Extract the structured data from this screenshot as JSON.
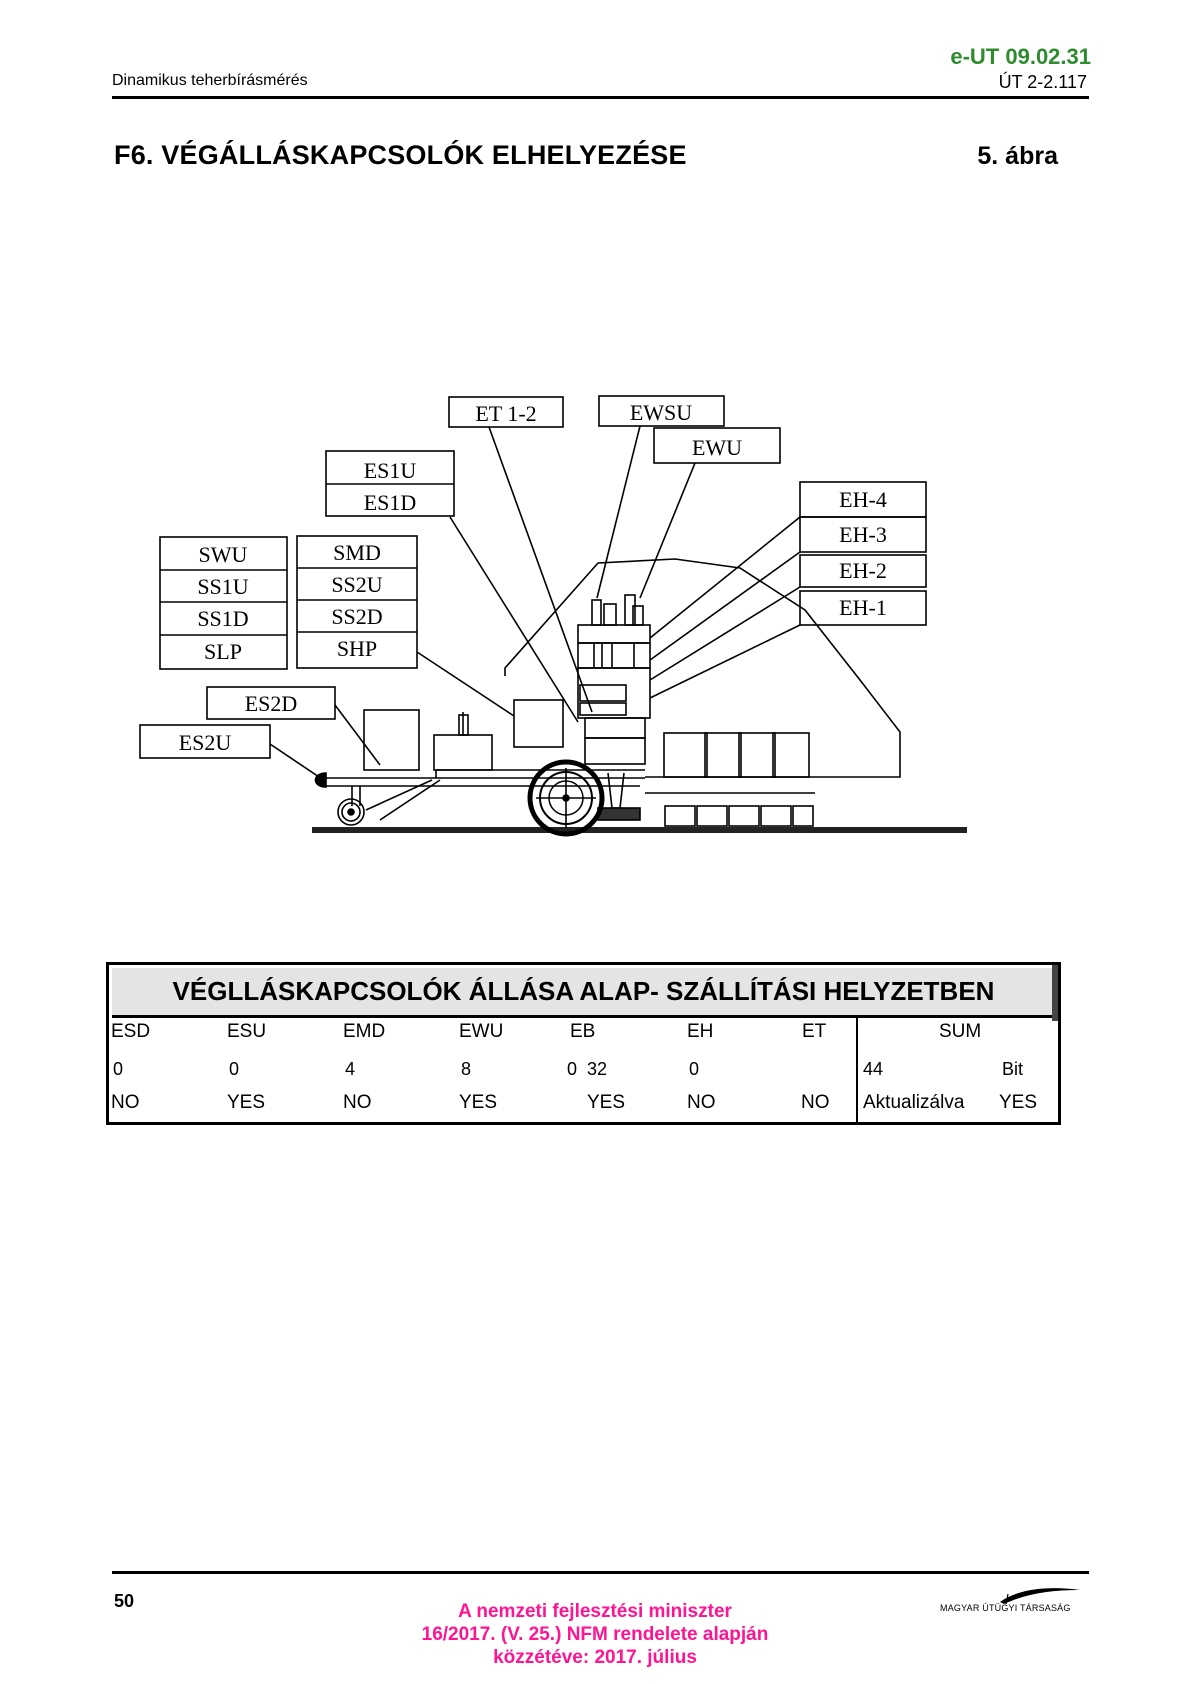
{
  "header": {
    "left_title": "Dinamikus teherbírásmérés",
    "doc_code": "e-UT 09.02.31",
    "doc_ref": "ÚT 2-2.117"
  },
  "section": {
    "title": "F6. VÉGÁLLÁSKAPCSOLÓK ELHELYEZÉSE",
    "figure_no": "5. ábra"
  },
  "diagram": {
    "labels": {
      "et12": "ET 1-2",
      "ewsu": "EWSU",
      "ewu": "EWU",
      "es1u": "ES1U",
      "es1d": "ES1D",
      "eh4": "EH-4",
      "eh3": "EH-3",
      "eh2": "EH-2",
      "eh1": "EH-1",
      "swu": "SWU",
      "ss1u": "SS1U",
      "ss1d": "SS1D",
      "slp": "SLP",
      "smd": "SMD",
      "ss2u": "SS2U",
      "ss2d": "SS2D",
      "shp": "SHP",
      "es2d": "ES2D",
      "es2u": "ES2U"
    }
  },
  "table": {
    "title": "VÉGLLÁSKAPCSOLÓK ÁLLÁSA ALAP- SZÁLLÍTÁSI HELYZETBEN",
    "headers": [
      "ESD",
      "ESU",
      "EMD",
      "EWU",
      "EB",
      "EH",
      "ET",
      "SUM"
    ],
    "values": [
      "0",
      "0",
      "4",
      "8",
      "0  32",
      "0",
      "",
      "44",
      "Bit"
    ],
    "status": [
      "NO",
      "YES",
      "NO",
      "YES",
      "YES",
      "NO",
      "NO",
      "Aktualizálva",
      "YES"
    ]
  },
  "footer": {
    "page_number": "50",
    "publisher": "MAGYAR ÚTÜGYI TÁRSASÁG",
    "notice": [
      "A nemzeti fejlesztési miniszter",
      "16/2017. (V. 25.) NFM rendelete alapján",
      "közzétéve: 2017. július"
    ],
    "notice_color": "#ff1493",
    "code_color": "#2e8b2e"
  }
}
